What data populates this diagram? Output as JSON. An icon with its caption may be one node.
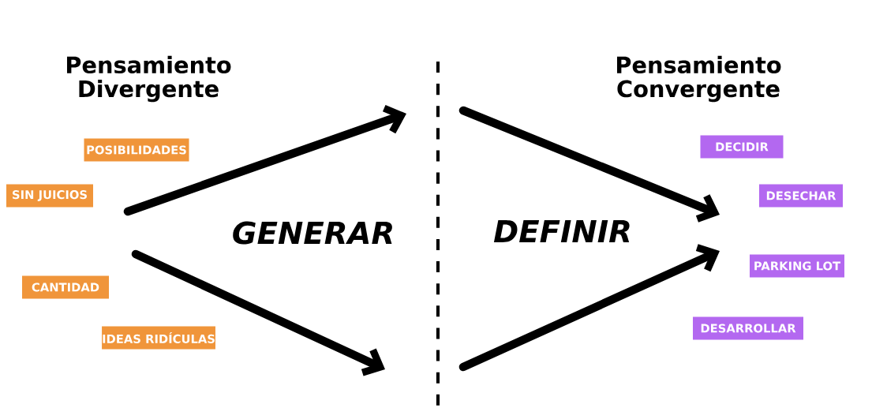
{
  "diagram": {
    "nodes": [
      {
        "text": [
          "POSIBILIDADES"
        ]
      },
      {
        "text": [
          "SIN JUICIOS"
        ]
      },
      {
        "text": [
          "CANTIDAD"
        ]
      },
      {
        "text": [
          "IDEAS RIDÍCULAS"
        ]
      },
      {
        "text": [
          "DECIDIR"
        ]
      },
      {
        "text": [
          "DESECHAR"
        ]
      },
      {
        "text": [
          "PARKING LOT"
        ]
      },
      {
        "text": [
          "DESARROLLAR"
        ]
      }
    ],
    "labels": [
      "Pensamiento Divergente",
      "Pensamiento Convergente",
      "GENERAR",
      "DEFINIR"
    ]
  }
}
